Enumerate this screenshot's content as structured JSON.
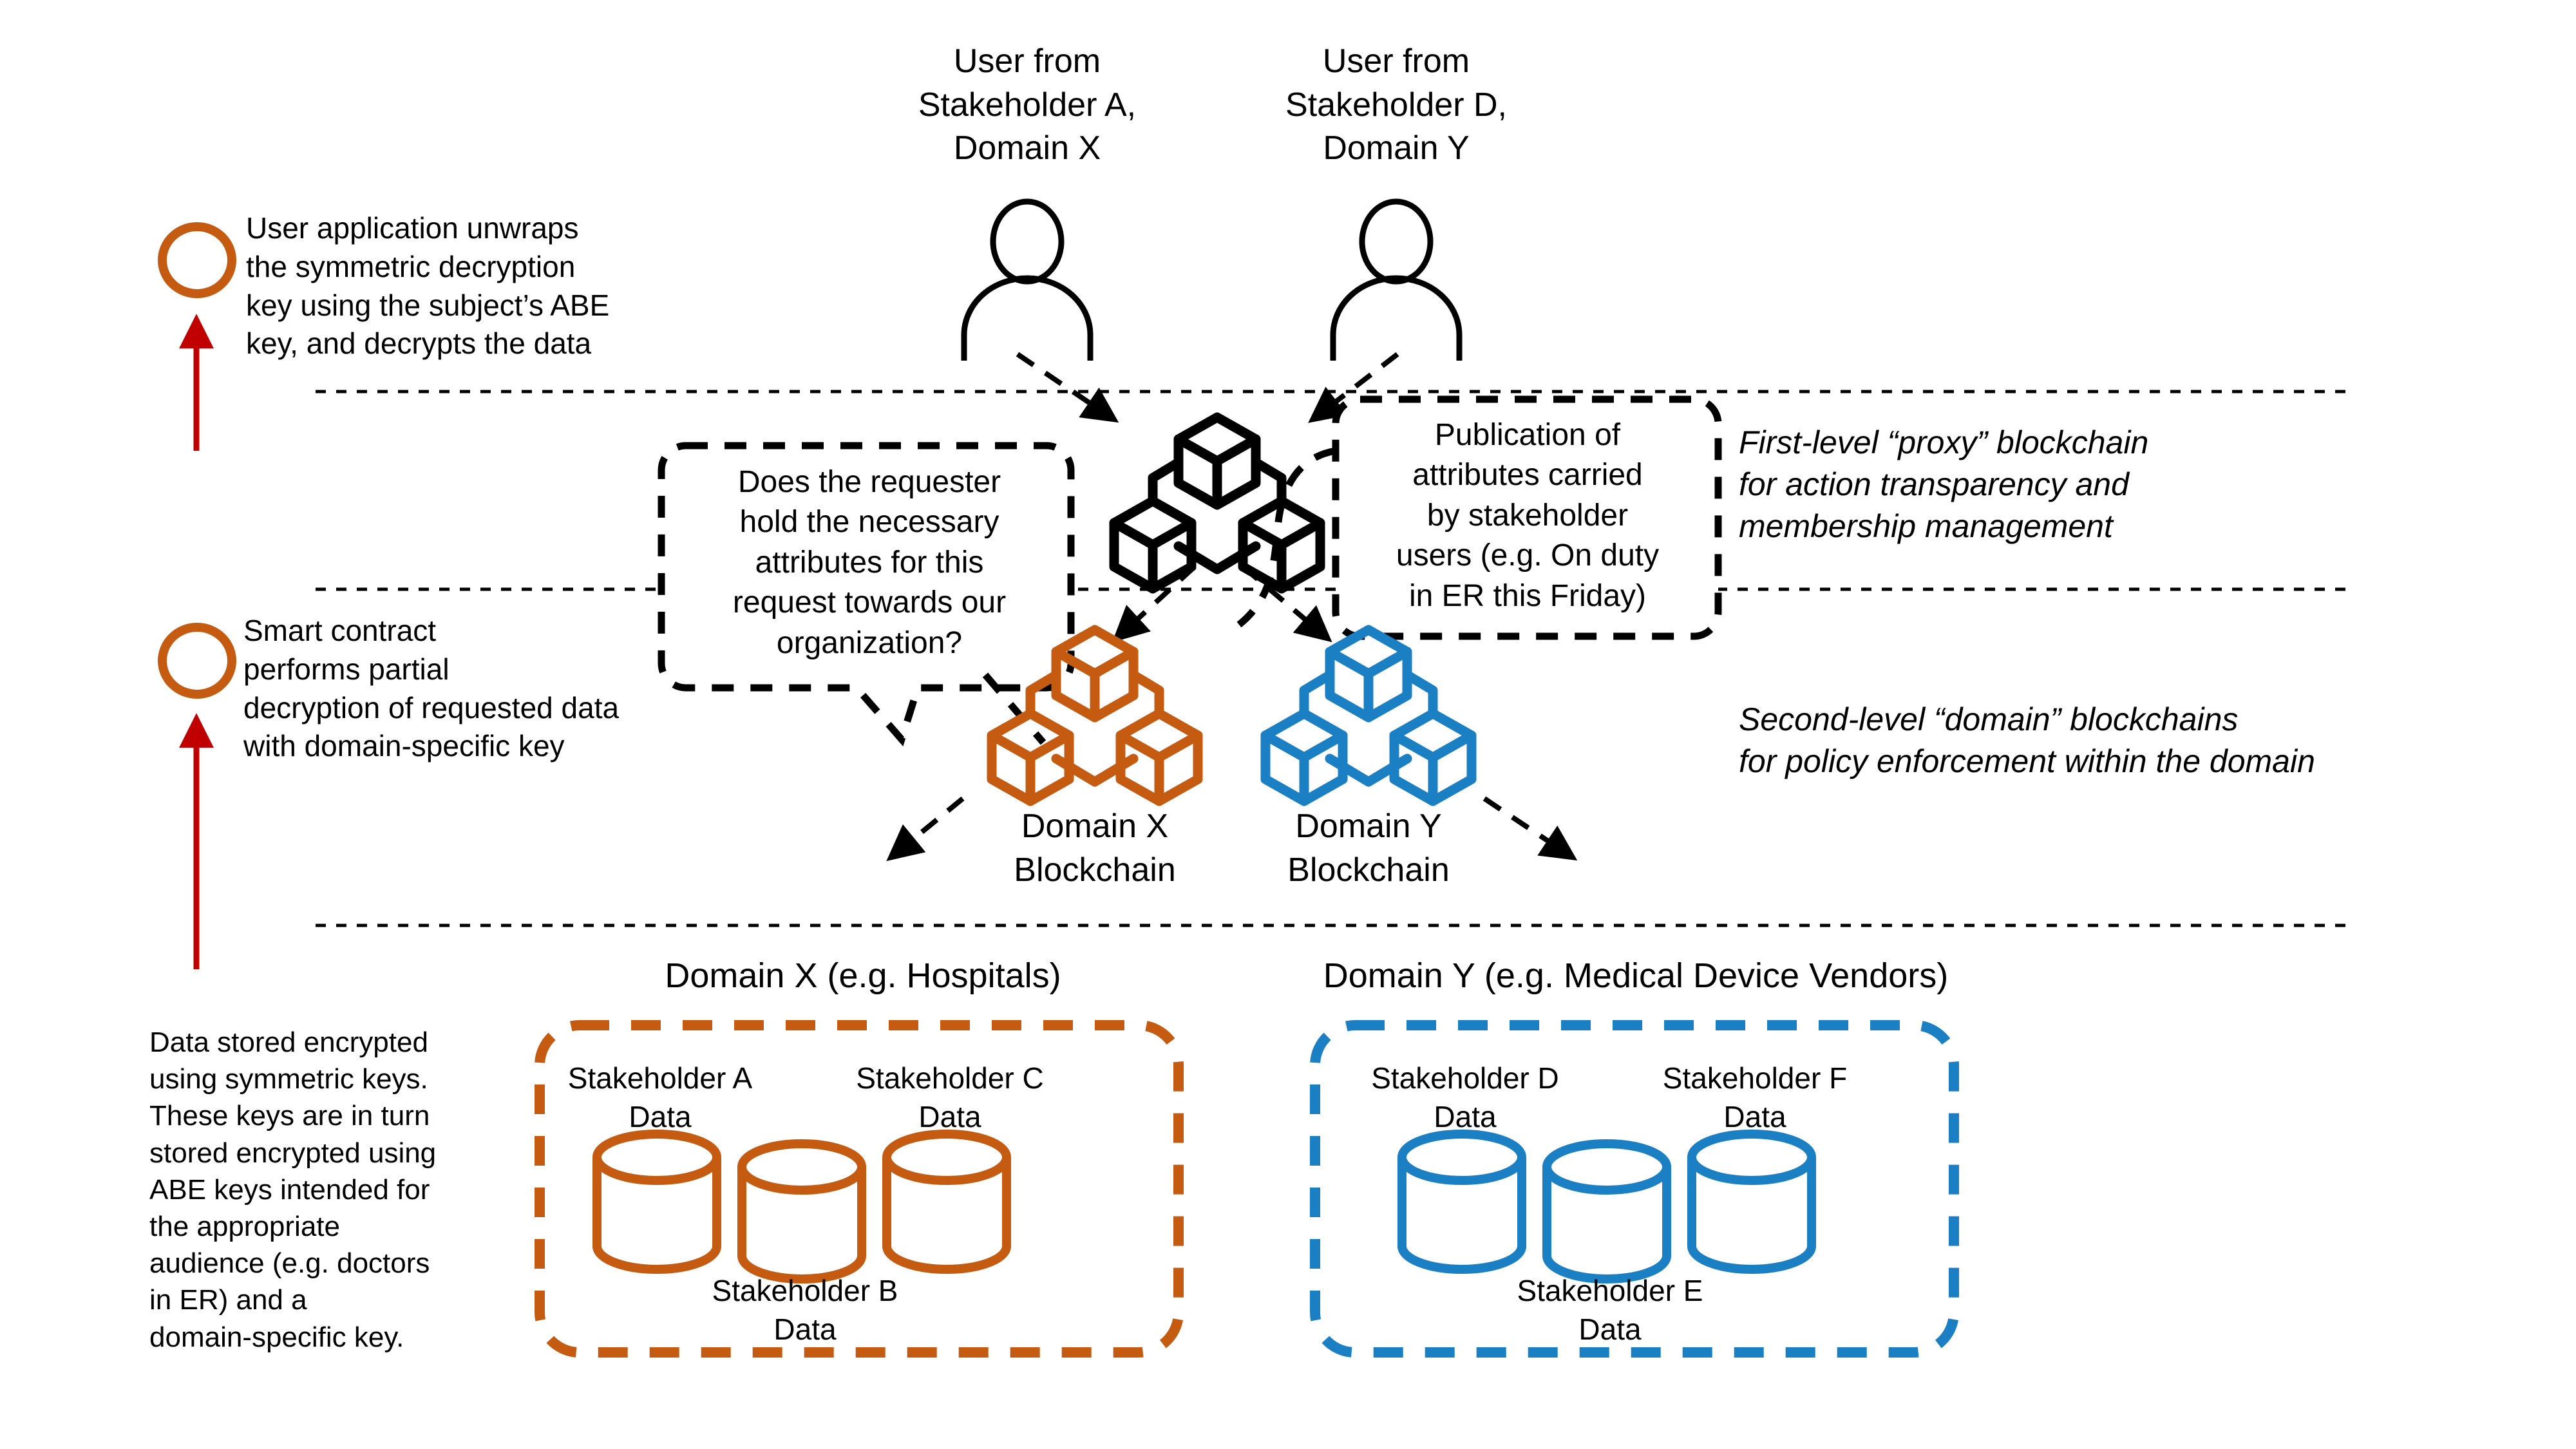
{
  "colors": {
    "orange": "#C55A11",
    "blue": "#1B7FC3",
    "red": "#C00000",
    "black": "#000000"
  },
  "users": [
    {
      "label": "User from\nStakeholder A,\nDomain X"
    },
    {
      "label": "User from\nStakeholder D,\nDomain Y"
    }
  ],
  "side_notes": [
    {
      "icon": "orange-circle-marker",
      "text": "User application unwraps\n the symmetric decryption\nkey using the subject’s ABE\nkey, and decrypts the data"
    },
    {
      "icon": "orange-circle-marker",
      "text": "Smart contract\nperforms partial\ndecryption of requested data\nwith domain-specific key"
    }
  ],
  "bottom_note": "Data stored encrypted\nusing symmetric keys.\nThese keys are in turn\nstored encrypted using\nABE keys intended for\nthe appropriate\naudience (e.g. doctors\nin ER) and a\ndomain-specific key.",
  "callouts": [
    {
      "name": "requester-attributes-question",
      "text": "Does the requester\nhold the necessary\nattributes for this\nrequest towards our\norganization?"
    },
    {
      "name": "attribute-publication-note",
      "text": "Publication of\nattributes carried\nby stakeholder\nusers (e.g. On duty\nin ER this Friday)"
    }
  ],
  "levels": [
    {
      "text": "First-level “proxy” blockchain\nfor action transparency and\nmembership management"
    },
    {
      "text": "Second-level “domain” blockchains\nfor policy enforcement within the domain"
    }
  ],
  "domain_chains": [
    {
      "label": "Domain X\nBlockchain",
      "color": "#C55A11"
    },
    {
      "label": "Domain Y\nBlockchain",
      "color": "#1B7FC3"
    }
  ],
  "domains": [
    {
      "header": "Domain X (e.g. Hospitals)",
      "color": "#C55A11",
      "stores": [
        {
          "label": "Stakeholder A\nData",
          "position": "top-left"
        },
        {
          "label": "Stakeholder B\nData",
          "position": "bottom-center"
        },
        {
          "label": "Stakeholder C\nData",
          "position": "top-right"
        }
      ]
    },
    {
      "header": "Domain Y (e.g. Medical Device Vendors)",
      "color": "#1B7FC3",
      "stores": [
        {
          "label": "Stakeholder D\nData",
          "position": "top-left"
        },
        {
          "label": "Stakeholder E\nData",
          "position": "bottom-center"
        },
        {
          "label": "Stakeholder F\nData",
          "position": "top-right"
        }
      ]
    }
  ]
}
